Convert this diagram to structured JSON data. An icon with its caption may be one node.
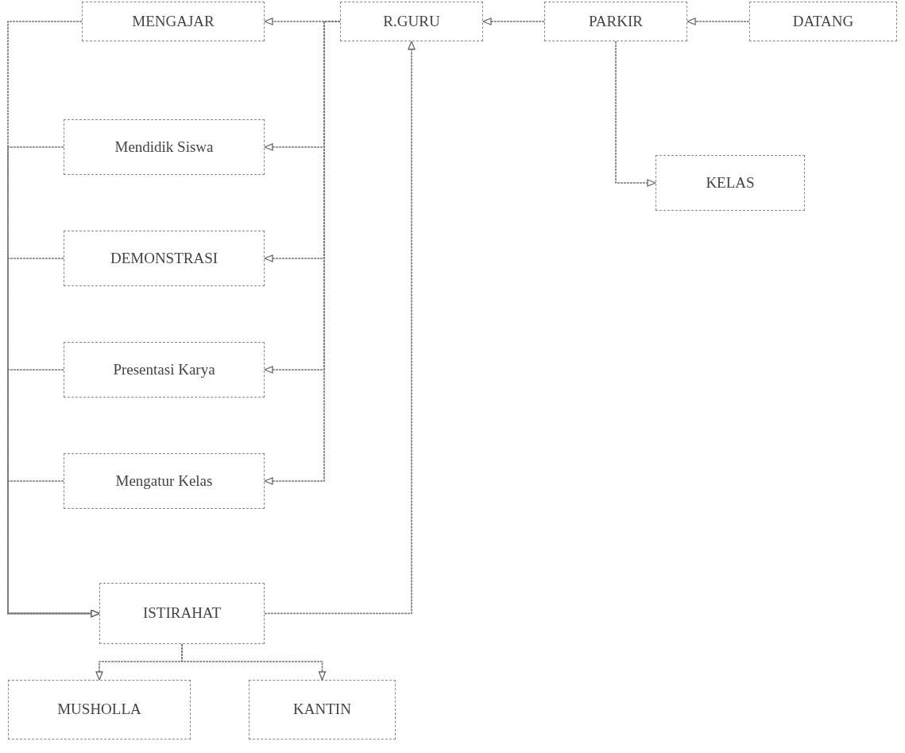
{
  "diagram": {
    "nodes": [
      {
        "text": [
          "MENGAJAR"
        ]
      },
      {
        "text": [
          "R.GURU"
        ]
      },
      {
        "text": [
          "PARKIR"
        ]
      },
      {
        "text": [
          "DATANG"
        ]
      },
      {
        "text": [
          "Mendidik Siswa"
        ]
      },
      {
        "text": [
          "KELAS"
        ]
      },
      {
        "text": [
          "DEMONSTRASI"
        ]
      },
      {
        "text": [
          "Presentasi Karya"
        ]
      },
      {
        "text": [
          "Mengatur Kelas"
        ]
      },
      {
        "text": [
          "ISTIRAHAT"
        ]
      },
      {
        "text": [
          "MUSHOLLA"
        ]
      },
      {
        "text": [
          "KANTIN"
        ]
      }
    ],
    "edges": [
      {
        "from": 3,
        "to": 2,
        "arrow": "to"
      },
      {
        "from": 2,
        "to": 1,
        "arrow": "to"
      },
      {
        "from": 1,
        "to": 0,
        "arrow": "to"
      },
      {
        "from": 1,
        "to": 4,
        "arrow": "to"
      },
      {
        "from": 1,
        "to": 6,
        "arrow": "to"
      },
      {
        "from": 1,
        "to": 7,
        "arrow": "to"
      },
      {
        "from": 1,
        "to": 8,
        "arrow": "to"
      },
      {
        "from": 2,
        "to": 5,
        "arrow": "to"
      },
      {
        "from": 0,
        "to": 9,
        "arrow": "to"
      },
      {
        "from": 4,
        "to": 9,
        "arrow": "to"
      },
      {
        "from": 6,
        "to": 9,
        "arrow": "to"
      },
      {
        "from": 7,
        "to": 9,
        "arrow": "to"
      },
      {
        "from": 8,
        "to": 9,
        "arrow": "to"
      },
      {
        "from": 9,
        "to": 1,
        "arrow": "to"
      },
      {
        "from": 9,
        "to": 11,
        "arrow": "to"
      },
      {
        "from": 9,
        "to": 10,
        "arrow": "to"
      }
    ]
  }
}
